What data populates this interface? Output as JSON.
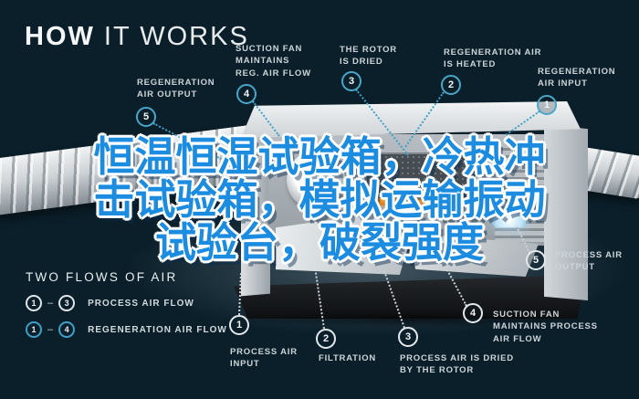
{
  "title": {
    "bold": "HOW",
    "light": " IT WORKS"
  },
  "headline": {
    "text": "恒温恒湿试验箱，冷热冲击试验箱，模拟运输振动试验台，破裂强度",
    "lines": "恒温恒湿试验箱，冷热冲\n击试验箱，模拟运输振动\n试验台，破裂强度",
    "color": "#1b8ce0"
  },
  "callouts": {
    "reg_output": {
      "num": "5",
      "label": "REGENERATION\nAIR OUTPUT"
    },
    "suction_reg": {
      "num": "4",
      "label": "SUCTION FAN\nMAINTAINS\nREG. AIR FLOW"
    },
    "rotor_dried": {
      "num": "3",
      "label": "THE ROTOR\nIS DRIED"
    },
    "reg_heated": {
      "num": "2",
      "label": "REGENERATION AIR\nIS HEATED"
    },
    "reg_input": {
      "num": "1",
      "label": "REGENERATION\nAIR INPUT"
    },
    "process_input": {
      "num": "1",
      "label": "PROCESS AIR\nINPUT"
    },
    "filtration": {
      "num": "2",
      "label": "FILTRATION"
    },
    "process_dried": {
      "num": "3",
      "label": "PROCESS AIR IS DRIED\nBY THE ROTOR"
    },
    "suction_process": {
      "num": "4",
      "label": "SUCTION FAN\nMAINTAINS PROCESS\nAIR FLOW"
    },
    "process_output": {
      "num": "5",
      "label": "PROCESS AIR\nOUTPUT"
    }
  },
  "legend": {
    "title": "TWO FLOWS OF AIR",
    "dash": "–",
    "rows": [
      {
        "from": "1",
        "to": "3",
        "label": "PROCESS AIR FLOW"
      },
      {
        "from": "1",
        "to": "4",
        "label": "REGENERATION AIR FLOW"
      }
    ]
  },
  "colors": {
    "background": "#0c222e",
    "accent_teal": "#3fa0c8",
    "headline_blue": "#1b8ce0",
    "label_text": "#ccd4d9",
    "heater_orange": "#f6a63e"
  }
}
